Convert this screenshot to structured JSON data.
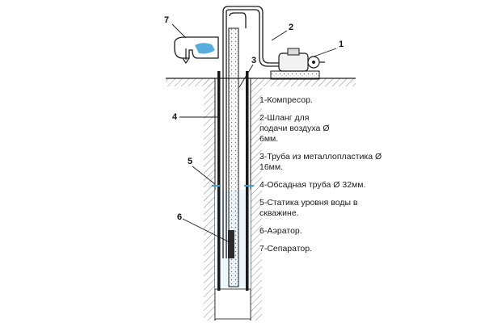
{
  "callouts": [
    {
      "num": "1"
    },
    {
      "num": "2"
    },
    {
      "num": "3"
    },
    {
      "num": "4"
    },
    {
      "num": "5"
    },
    {
      "num": "6"
    },
    {
      "num": "7"
    }
  ],
  "legend": [
    {
      "text": "1-Компресор."
    },
    {
      "text": "2-Шланг для подачи воздуха Ø 6мм."
    },
    {
      "text": "3-Труба из металлопластика  Ø 16мм."
    },
    {
      "text": "4-Обсадная труба Ø 32мм."
    },
    {
      "text": "5-Статика уровня воды в скважине."
    },
    {
      "text": "6-Аэратор."
    },
    {
      "text": "7-Сепаратор."
    }
  ],
  "colors": {
    "line": "#1a1a1a",
    "water": "#3aa0d8",
    "soil": "#777777"
  }
}
